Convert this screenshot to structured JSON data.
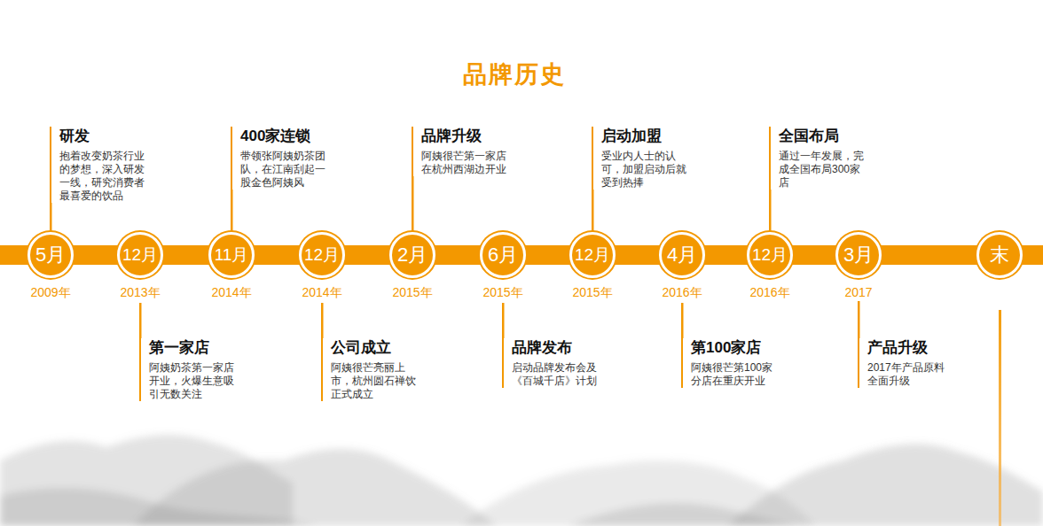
{
  "diagram": {
    "title": "品牌历史",
    "nodes": [
      {
        "text": [
          "研发",
          "抱着改变奶茶行业 的梦想，深入研发 一线，研究消费者 最喜爱的饮品"
        ]
      },
      {
        "text": [
          "400家连锁",
          "带领张阿姨奶茶团 队，在江南刮起一 股金色阿姨风"
        ]
      },
      {
        "text": [
          "品牌升级",
          "阿姨很芒第一家店 在杭州西湖边开业"
        ]
      },
      {
        "text": [
          "启动加盟",
          "受业内人士的认 可，加盟启动后就 受到热捧"
        ]
      },
      {
        "text": [
          "全国布局",
          "通过一年发展，完 成全国布局300家 店"
        ]
      },
      {
        "text": [
          "5月",
          "2009年"
        ]
      },
      {
        "text": [
          "12月",
          "2013年"
        ]
      },
      {
        "text": [
          "11月",
          "2014年"
        ]
      },
      {
        "text": [
          "12月",
          "2014年"
        ]
      },
      {
        "text": [
          "2月",
          "2015年"
        ]
      },
      {
        "text": [
          "6月",
          "2015年"
        ]
      },
      {
        "text": [
          "12月",
          "2015年"
        ]
      },
      {
        "text": [
          "4月",
          "2016年"
        ]
      },
      {
        "text": [
          "12月",
          "2016年"
        ]
      },
      {
        "text": [
          "3月",
          "2017"
        ]
      },
      {
        "text": [
          "末"
        ]
      },
      {
        "text": [
          "第一家店",
          "阿姨奶茶第一家店 开业，火爆生意吸 引无数关注"
        ]
      },
      {
        "text": [
          "公司成立",
          "阿姨很芒亮丽上 市，杭州圆石禅饮 正式成立"
        ]
      },
      {
        "text": [
          "品牌发布",
          "启动品牌发布会及 《百城千店》计划"
        ]
      },
      {
        "text": [
          "第100家店",
          "阿姨很芒第100家 分店在重庆开业"
        ]
      },
      {
        "text": [
          "产品升级",
          "2017年产品原料 全面升级"
        ]
      }
    ],
    "edges": [
      {
        "from": 5,
        "to": 0,
        "arrow": "none"
      },
      {
        "from": 7,
        "to": 1,
        "arrow": "none"
      },
      {
        "from": 9,
        "to": 2,
        "arrow": "none"
      },
      {
        "from": 11,
        "to": 3,
        "arrow": "none"
      },
      {
        "from": 13,
        "to": 4,
        "arrow": "none"
      },
      {
        "from": 6,
        "to": 16,
        "arrow": "none"
      },
      {
        "from": 8,
        "to": 17,
        "arrow": "none"
      },
      {
        "from": 10,
        "to": 18,
        "arrow": "none"
      },
      {
        "from": 12,
        "to": 19,
        "arrow": "none"
      },
      {
        "from": 14,
        "to": 20,
        "arrow": "none"
      }
    ]
  }
}
